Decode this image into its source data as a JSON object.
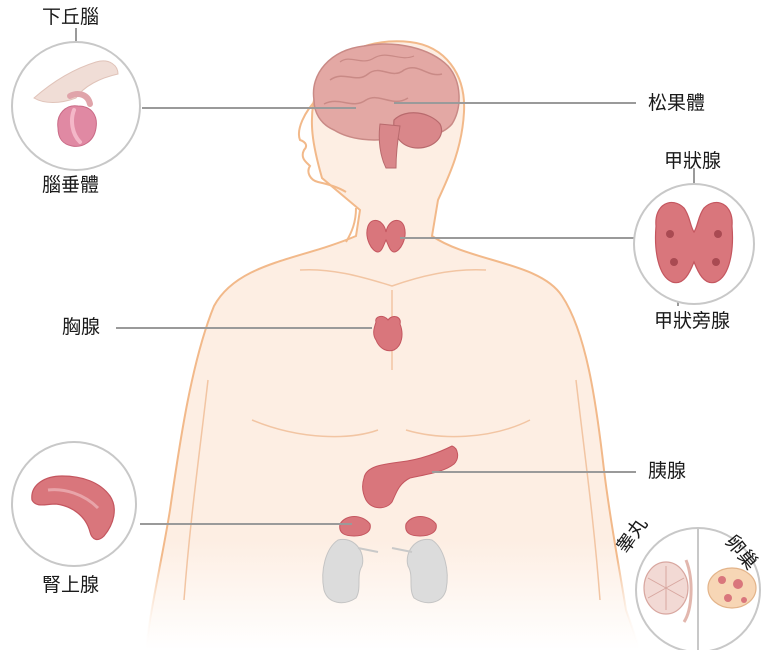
{
  "labels": {
    "hypothalamus": "下丘腦",
    "pituitary": "腦垂體",
    "pineal": "松果體",
    "thyroid": "甲狀腺",
    "parathyroid": "甲狀旁腺",
    "thymus": "胸腺",
    "pancreas": "胰腺",
    "adrenal": "腎上腺",
    "testes": "睾丸",
    "ovaries": "卵巢"
  },
  "colors": {
    "skin": "#fdeee3",
    "skin_outline": "#f2b98a",
    "brain": "#e3a8a4",
    "gland": "#d9767c",
    "gland_dark": "#c4565f",
    "kidney": "#dcdcdc",
    "leader_line": "#9a9a9a",
    "circle_border": "#c8c8c8"
  }
}
